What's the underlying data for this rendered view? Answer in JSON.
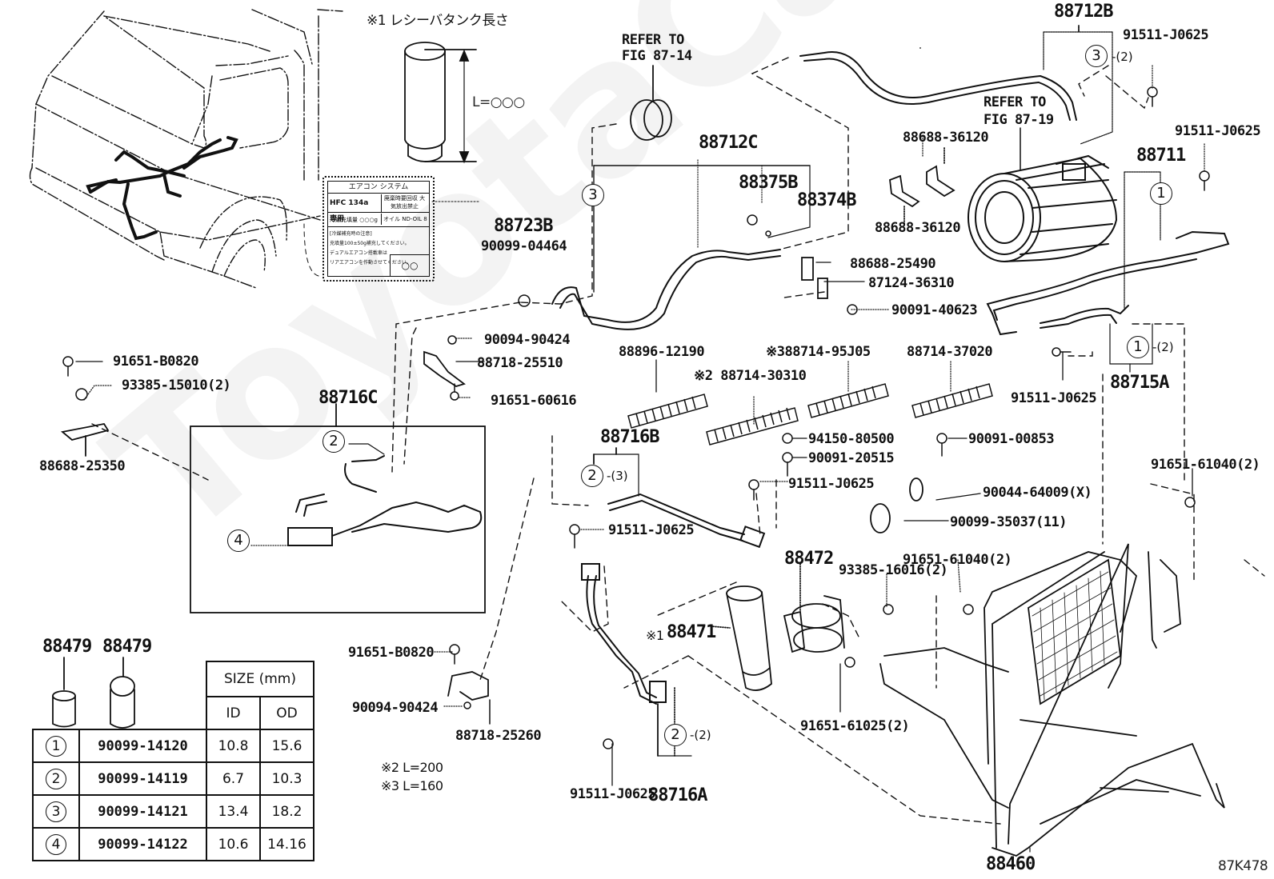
{
  "diagram": {
    "figure_code": "87K478",
    "watermark": "ToyotaCarMap.ru",
    "receiver_note": "※1 レシーバタンク長さ",
    "receiver_length_label": "L=○○○",
    "length_notes": [
      "※2 L=200",
      "※3 L=160"
    ],
    "refer_to": [
      {
        "line1": "REFER TO",
        "line2": "FIG 87-14"
      },
      {
        "line1": "REFER TO",
        "line2": "FIG 87-19"
      }
    ],
    "sticker": {
      "title": "エアコン システム",
      "refrigerant": "HFC 134a 専用",
      "notice": "廃棄時要回収 大気放出禁止",
      "charge": "冷媒充填量 ○○○g",
      "oil": "オイル ND-OIL 8",
      "caution_title": "[冷媒補充時の注意]",
      "caution_1": "充填量100±50g補充してください。",
      "caution_2": "デュアルエアコン搭載車は",
      "caution_3": "リアエアコンを作動させてください。",
      "code": "○○"
    }
  },
  "parts": {
    "p88712B": "88712B",
    "p88712C": "88712C",
    "p88711": "88711",
    "p88715A": "88715A",
    "p88716A": "88716A",
    "p88716B": "88716B",
    "p88716C": "88716C",
    "p88723B": "88723B",
    "p88375B": "88375B",
    "p88374B": "88374B",
    "p88472": "88472",
    "p88471": "88471",
    "p88471_mark": "※1",
    "p88460": "88460",
    "p88479a": "88479",
    "p88479b": "88479",
    "p90099_04464": "90099-04464",
    "p91511_J0625_a": "91511-J0625",
    "p91511_J0625_b": "91511-J0625",
    "p91511_J0625_c": "91511-J0625",
    "p91511_J0625_d": "91511-J0625",
    "p91511_J0625_e": "91511-J0625",
    "p91511_J0625_f": "91511-J0625",
    "p88688_36120_a": "88688-36120",
    "p88688_36120_b": "88688-36120",
    "p88688_25490": "88688-25490",
    "p87124_36310": "87124-36310",
    "p90091_40623": "90091-40623",
    "p90094_90424_a": "90094-90424",
    "p88718_25510": "88718-25510",
    "p91651_60616": "91651-60616",
    "p91651_B0820_a": "91651-B0820",
    "p93385_15010": "93385-15010(2)",
    "p88688_25350": "88688-25350",
    "p88896_12190": "88896-12190",
    "p88714_30310": "※2 88714-30310",
    "p88714_95J05": "※388714-95J05",
    "p88714_37020": "88714-37020",
    "p94150_80500": "94150-80500",
    "p90091_00853": "90091-00853",
    "p90091_20515": "90091-20515",
    "p90044_64009": "90044-64009(X)",
    "p90099_35037": "90099-35037(11)",
    "p91651_61040_a": "91651-61040(2)",
    "p91651_61040_b": "91651-61040(2)",
    "p93385_16016": "93385-16016(2)",
    "p91651_61025": "91651-61025(2)",
    "p91651_B0820_b": "91651-B0820",
    "p90094_90424_b": "90094-90424",
    "p88718_25260": "88718-25260"
  },
  "callouts": {
    "c3_88712B": {
      "num": "3",
      "qty": "-(2)"
    },
    "c3_88712C": {
      "num": "3",
      "qty": ""
    },
    "c1_88711": {
      "num": "1",
      "qty": ""
    },
    "c1_88715A": {
      "num": "1",
      "qty": "-(2)"
    },
    "c2_88716B": {
      "num": "2",
      "qty": "-(3)"
    },
    "c2_88716A": {
      "num": "2",
      "qty": "-(2)"
    },
    "c2_88716C": {
      "num": "2",
      "qty": ""
    },
    "c4_88716C": {
      "num": "4",
      "qty": ""
    }
  },
  "size_table": {
    "header": "SIZE (mm)",
    "col_id": "ID",
    "col_od": "OD",
    "rows": [
      {
        "index": "1",
        "part": "90099-14120",
        "id": "10.8",
        "od": "15.6"
      },
      {
        "index": "2",
        "part": "90099-14119",
        "id": "6.7",
        "od": "10.3"
      },
      {
        "index": "3",
        "part": "90099-14121",
        "id": "13.4",
        "od": "18.2"
      },
      {
        "index": "4",
        "part": "90099-14122",
        "id": "10.6",
        "od": "14.16"
      }
    ]
  }
}
